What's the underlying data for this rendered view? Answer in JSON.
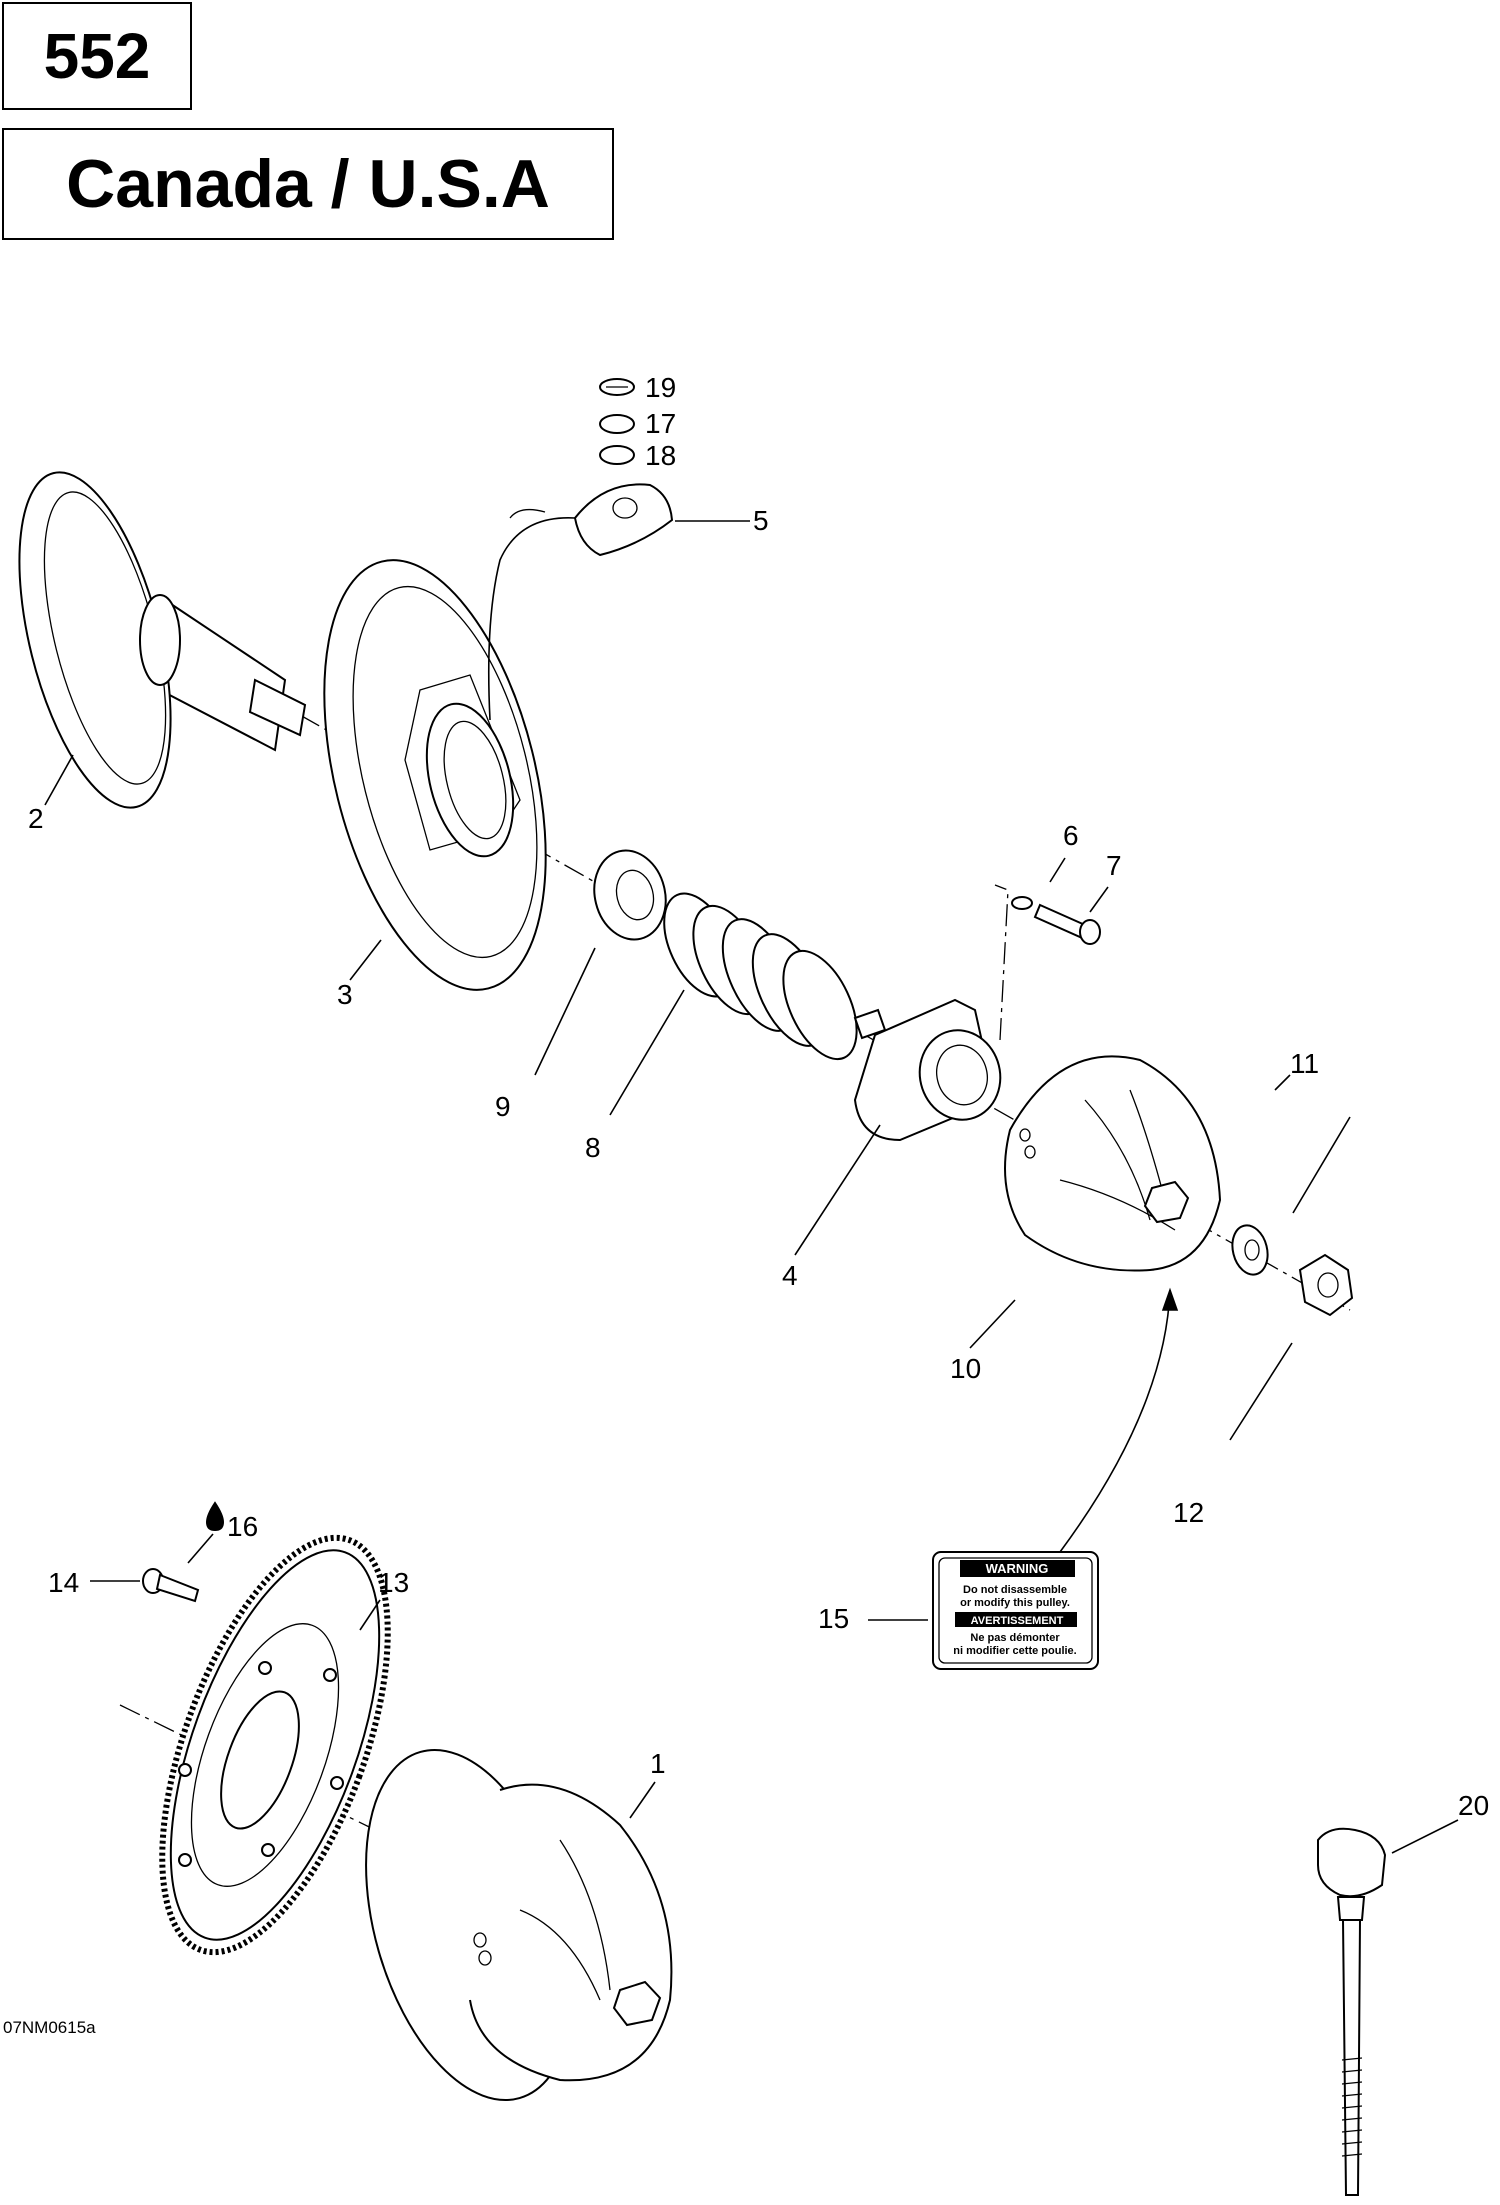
{
  "header": {
    "model_number": "552",
    "region": "Canada / U.S.A"
  },
  "drawing_code": "07NM0615a",
  "warning_label": {
    "warning_heading": "WARNING",
    "warning_line1": "Do not disassemble",
    "warning_line2": "or modify this pulley.",
    "fr_heading": "AVERTISSEMENT",
    "fr_line1": "Ne pas démonter",
    "fr_line2": "ni modifier cette poulie."
  },
  "callouts": [
    {
      "id": "19",
      "text": "19"
    },
    {
      "id": "17",
      "text": "17"
    },
    {
      "id": "18",
      "text": "18"
    },
    {
      "id": "5",
      "text": "5"
    },
    {
      "id": "2",
      "text": "2"
    },
    {
      "id": "6",
      "text": "6"
    },
    {
      "id": "7",
      "text": "7"
    },
    {
      "id": "3",
      "text": "3"
    },
    {
      "id": "9",
      "text": "9"
    },
    {
      "id": "8",
      "text": "8"
    },
    {
      "id": "11",
      "text": "11"
    },
    {
      "id": "4",
      "text": "4"
    },
    {
      "id": "10",
      "text": "10"
    },
    {
      "id": "12",
      "text": "12"
    },
    {
      "id": "16",
      "text": "16"
    },
    {
      "id": "14",
      "text": "14"
    },
    {
      "id": "13",
      "text": "13"
    },
    {
      "id": "15",
      "text": "15"
    },
    {
      "id": "1",
      "text": "1"
    },
    {
      "id": "20",
      "text": "20"
    }
  ]
}
